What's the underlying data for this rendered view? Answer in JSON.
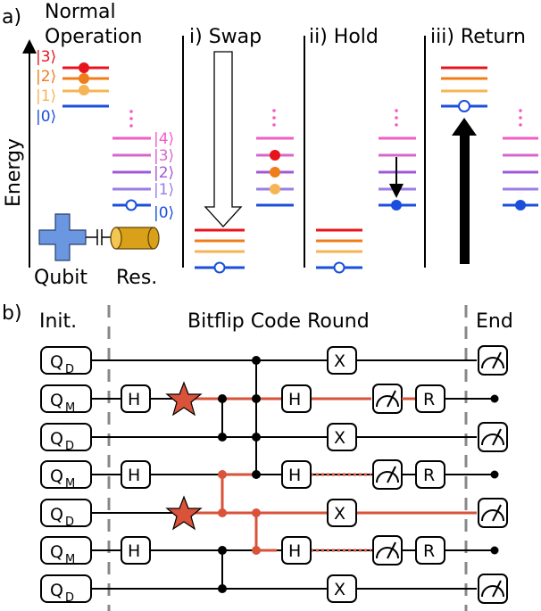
{
  "panel_a": {
    "label": "a)",
    "normal_title_1": "Normal",
    "normal_title_2": "Operation",
    "swap_title": "i) Swap",
    "hold_title": "ii) Hold",
    "return_title": "iii) Return",
    "energy_label": "Energy",
    "qubit_label": "Qubit",
    "res_label": "Res.",
    "qubit_kets": [
      "|3⟩",
      "|2⟩",
      "|1⟩",
      "|0⟩"
    ],
    "res_kets": [
      "|4⟩",
      "|3⟩",
      "|2⟩",
      "|1⟩",
      "|0⟩"
    ],
    "colors": {
      "level3": "#e8141c",
      "level2": "#f07c1a",
      "level1": "#f7b455",
      "level0": "#1a4fdc",
      "res4": "#f25cc5",
      "res3": "#d766c9",
      "res2": "#a05ad8",
      "res1": "#9a7ee6",
      "res0": "#1a4fdc",
      "qubit_cross": "#6a97e0",
      "resonator_body": "#d9a019"
    }
  },
  "panel_b": {
    "label": "b)",
    "init_label": "Init.",
    "round_label": "Bitflip Code Round",
    "end_label": "End",
    "rows": [
      {
        "sub": "D"
      },
      {
        "sub": "M"
      },
      {
        "sub": "D"
      },
      {
        "sub": "M"
      },
      {
        "sub": "D"
      },
      {
        "sub": "M"
      },
      {
        "sub": "D"
      }
    ],
    "q_letter": "Q",
    "h_gate": "H",
    "x_gate": "X",
    "r_gate": "R",
    "colors": {
      "error": "#d9523a",
      "wire": "#000000",
      "dash": "#888888"
    }
  }
}
